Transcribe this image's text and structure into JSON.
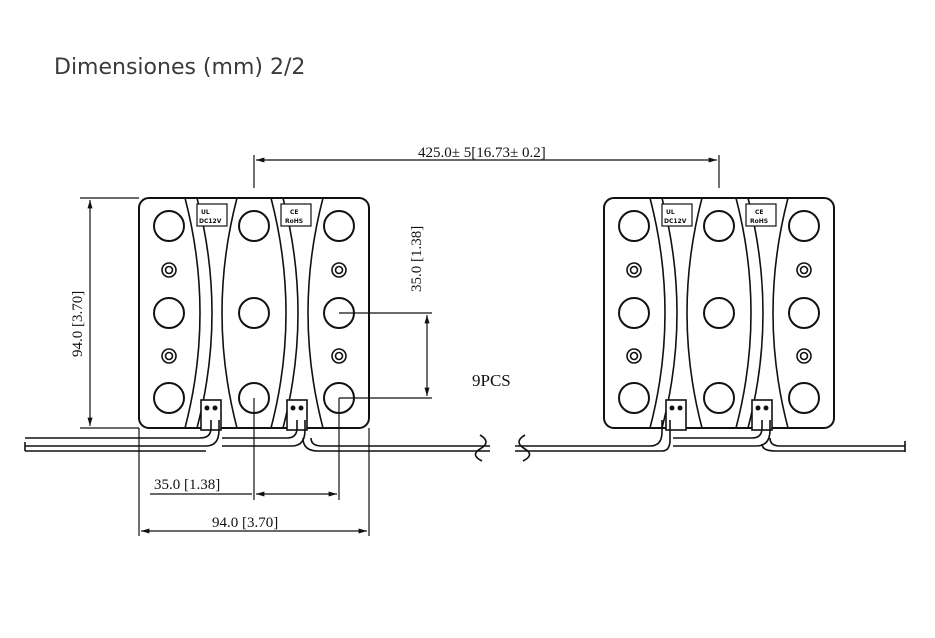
{
  "page": {
    "title": "Dimensiones (mm) 2/2"
  },
  "diagram": {
    "spacing_label": "425.0± 5[16.73± 0.2]",
    "height_label": "94.0 [3.70]",
    "vertical_pitch_label": "35.0 [1.38]",
    "horizontal_pitch_label": "35.0 [1.38]",
    "width_label": "94.0 [3.70]",
    "count_label": "9PCS",
    "mark_ul": "UL",
    "mark_voltage": "DC12V",
    "mark_ce": "CE",
    "mark_rohs": "RoHS"
  }
}
